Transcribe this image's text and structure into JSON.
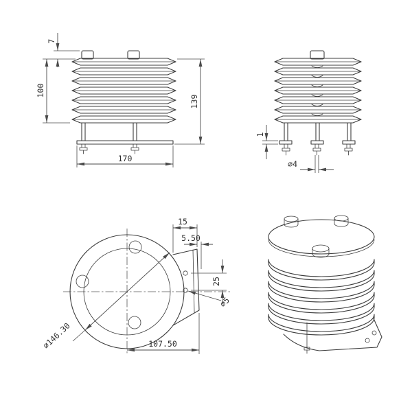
{
  "page": {
    "background": "#ffffff"
  },
  "colors": {
    "line": "#3c3c3c",
    "dim_line": "#4a4a4a",
    "text": "#2e2e2e"
  },
  "drawing": {
    "front_view": {
      "dim_tab_height": "7",
      "dim_louver_stack_height": "100",
      "dim_overall_height": "139",
      "dim_base_width": "170"
    },
    "side_view": {
      "dim_foot_plate_thickness": "1",
      "dim_bolt_diameter": "⌀4"
    },
    "top_view": {
      "dim_bracket_top_width": "15",
      "dim_hole_edge_offset": "5.50",
      "dim_bracket_hole_spacing": "25",
      "dim_bracket_hole_diameter": "⌀5",
      "dim_shield_diameter": "⌀146.30",
      "dim_center_to_bracket_edge": "107.50"
    }
  }
}
